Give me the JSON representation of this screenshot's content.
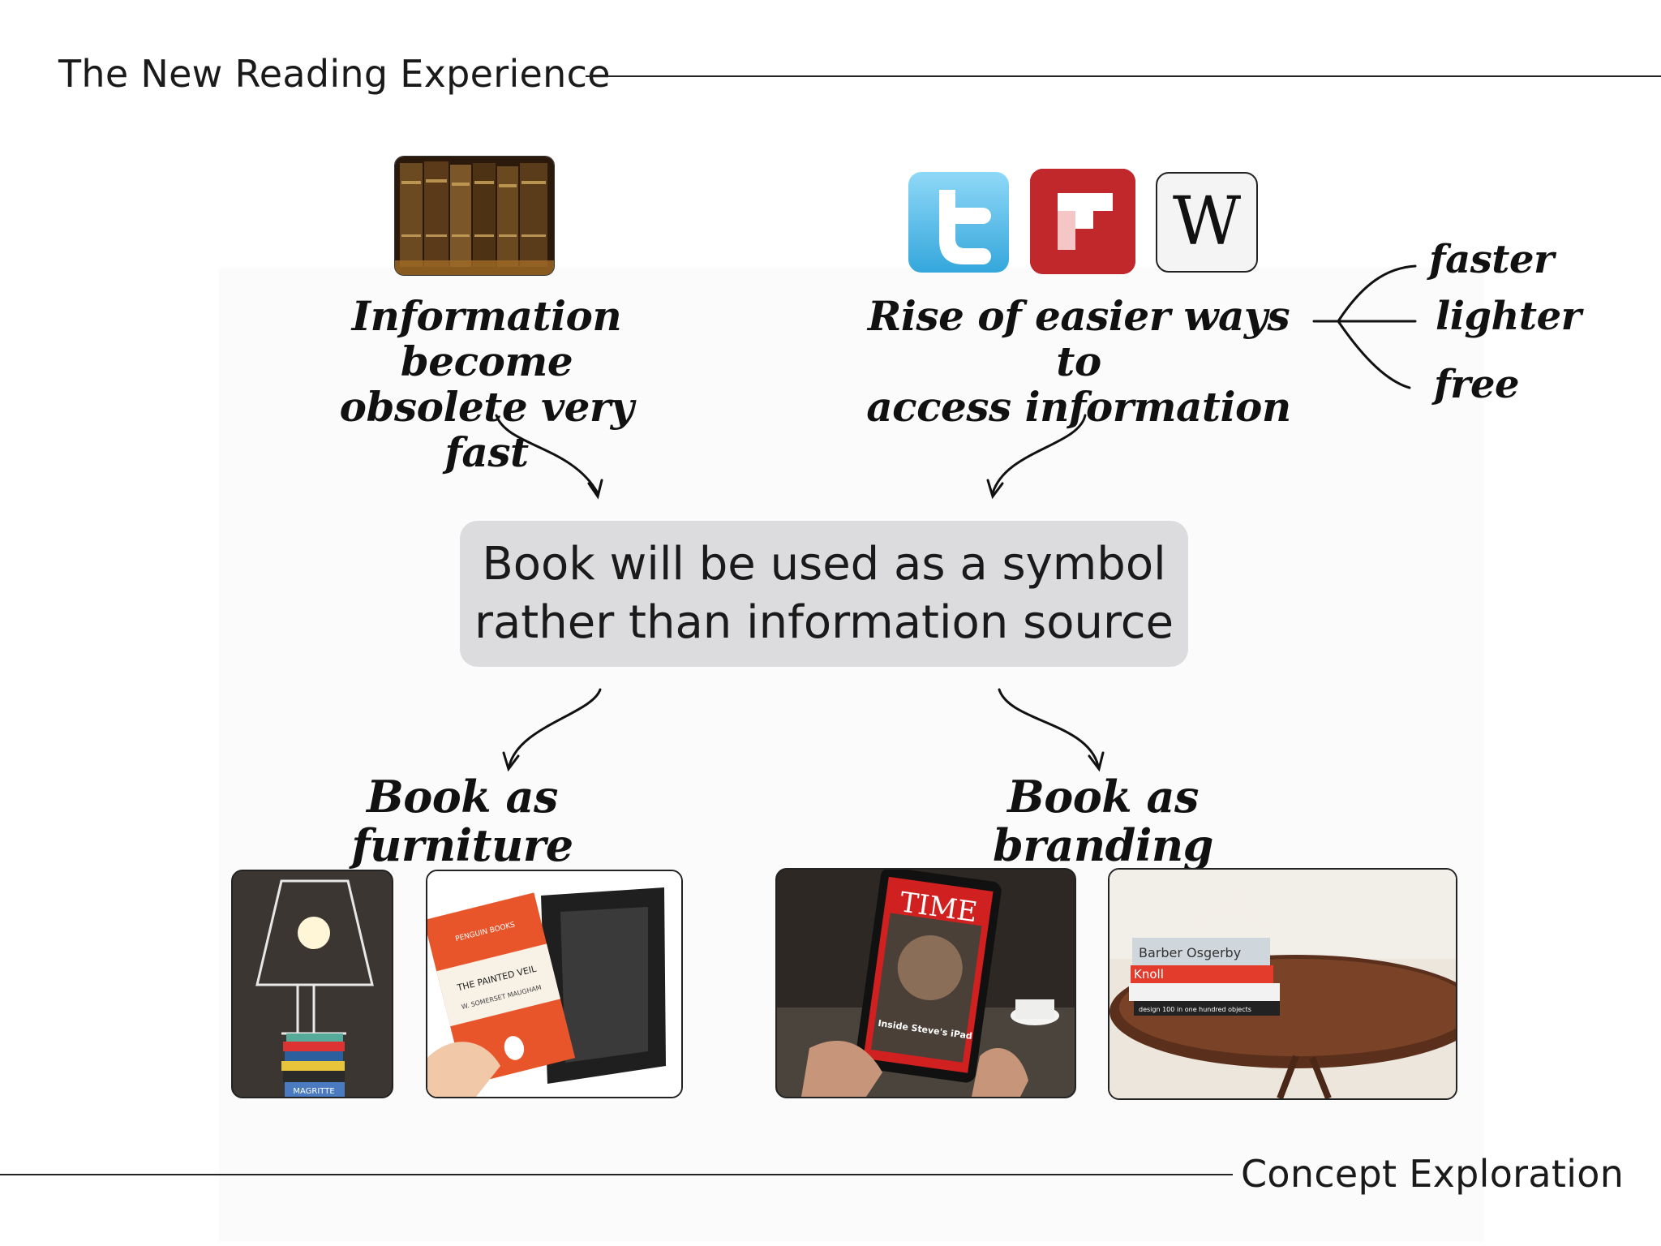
{
  "header": {
    "title": "The New Reading Experience"
  },
  "footer": {
    "title": "Concept Exploration"
  },
  "notes": {
    "obsolete": "Information become\nobsolete very fast",
    "access": "Rise of easier ways to\naccess information",
    "faster": "faster",
    "lighter": "lighter",
    "free": "free",
    "furniture": "Book as furniture",
    "branding": "Book as branding"
  },
  "center": {
    "text": "Book will be used as a symbol\nrather than information source"
  },
  "icons": {
    "twitter": "twitter-icon",
    "flipboard": "flipboard-icon",
    "wikipedia": "wikipedia-icon",
    "wikipedia_letter": "W"
  },
  "images": {
    "magazine_title": "TIME",
    "magazine_caption": "Inside Steve's iPad",
    "penguin_title": "THE PAINTED VEIL",
    "penguin_author": "W. SOMERSET MAUGHAM",
    "penguin_publisher": "PENGUIN BOOKS",
    "stack_book_1": "Barber Osgerby",
    "stack_book_2": "Knoll",
    "stack_book_3": "design 100 in one hundred objects",
    "lamp_book": "MAGRITTE"
  },
  "colors": {
    "center_box": "#dcdcde",
    "flipboard_red": "#c0282b",
    "twitter_blue": "#4cb9e6",
    "time_red": "#d0201f",
    "penguin_orange": "#e8552a"
  }
}
